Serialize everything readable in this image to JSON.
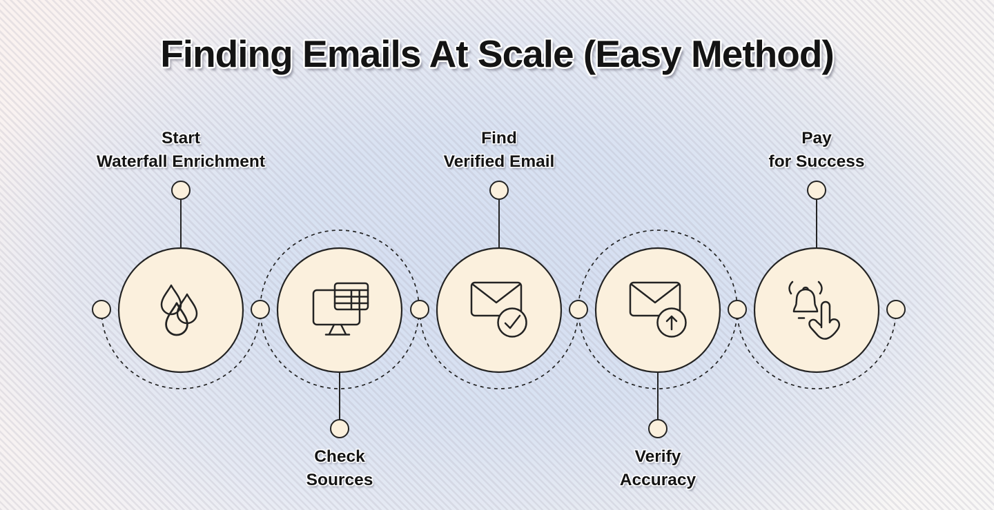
{
  "title": "Finding Emails At Scale (Easy Method)",
  "steps": [
    {
      "id": 1,
      "label_lines": [
        "Start",
        "Waterfall Enrichment"
      ],
      "label_position": "top",
      "icon": "water-drops-icon"
    },
    {
      "id": 2,
      "label_lines": [
        "Check",
        "Sources"
      ],
      "label_position": "bottom",
      "icon": "monitor-table-icon"
    },
    {
      "id": 3,
      "label_lines": [
        "Find",
        "Verified Email"
      ],
      "label_position": "top",
      "icon": "email-verified-icon"
    },
    {
      "id": 4,
      "label_lines": [
        "Verify",
        "Accuracy"
      ],
      "label_position": "bottom",
      "icon": "email-upload-icon"
    },
    {
      "id": 5,
      "label_lines": [
        "Pay",
        "for Success"
      ],
      "label_position": "top",
      "icon": "bell-tap-icon"
    }
  ],
  "colors": {
    "circle_fill": "#fbf0dd",
    "line_ink": "#232323",
    "text": "#141414",
    "background_center": "#d9e2f2",
    "background_edge": "#faf3f1"
  }
}
